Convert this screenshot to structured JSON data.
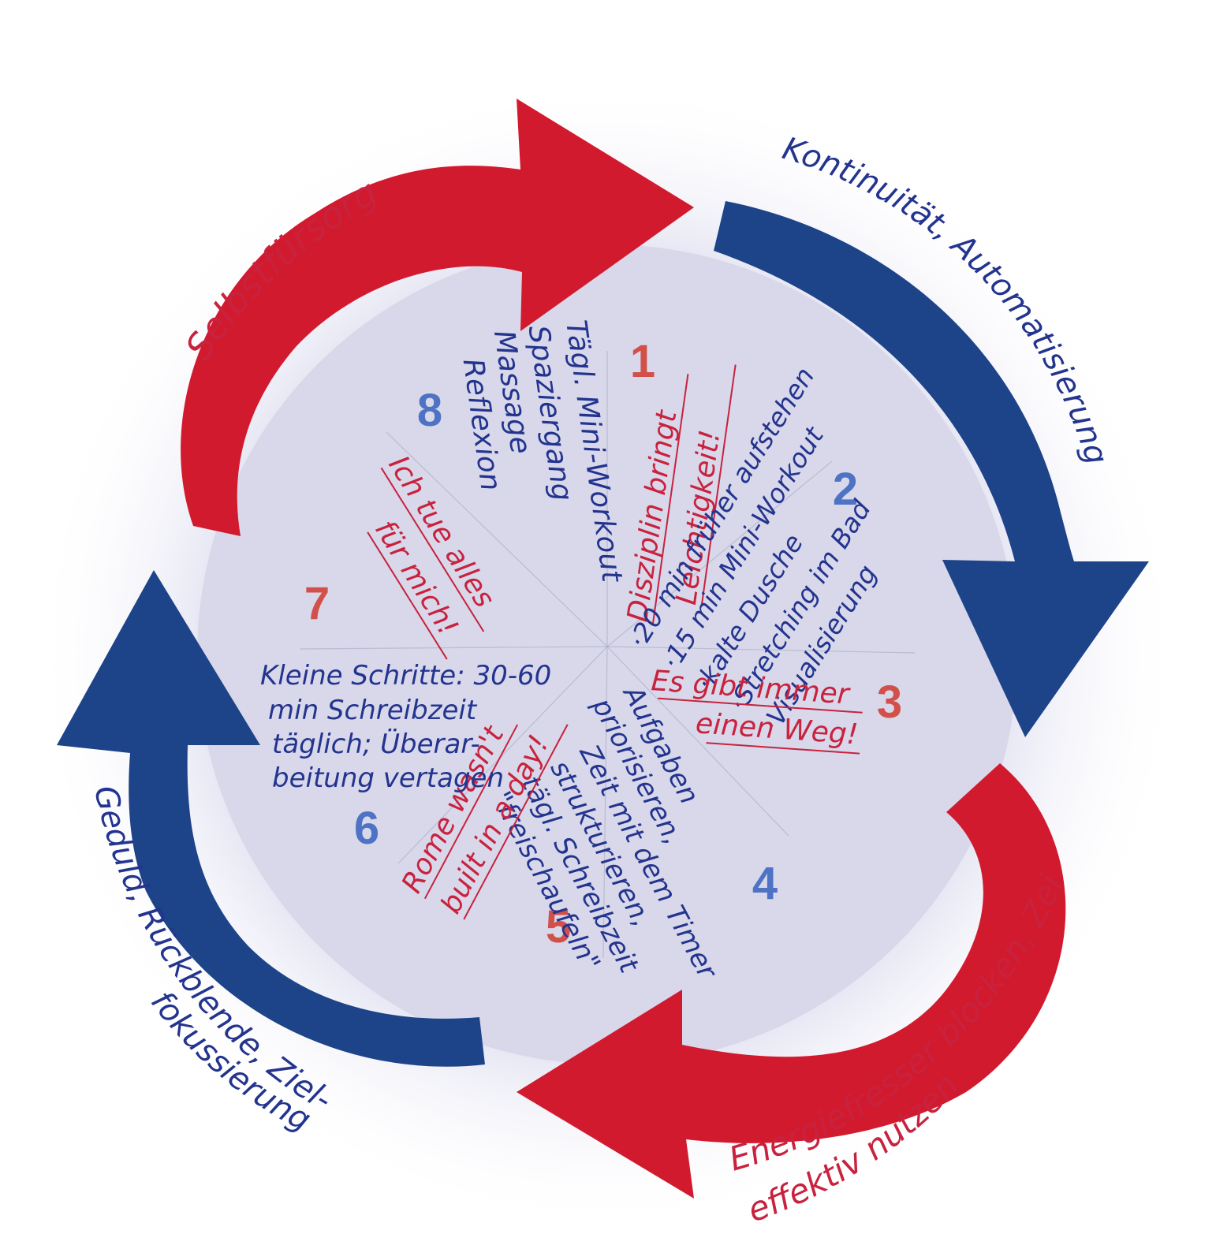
{
  "colors": {
    "red": "#d21a2e",
    "blue": "#1d4389",
    "ink_blue": "#23348f",
    "ink_red": "#c8223e",
    "num_blue": "#4f73c4",
    "num_red": "#d2504a",
    "disc": "#d8d8ea"
  },
  "arrows": {
    "top_left": "Selbstfürsorge",
    "top_right": "Kontinuität, Automatisierung",
    "bottom_right_1": "Energiefresser blocken, Zeit",
    "bottom_right_2": "effektiv nutzen",
    "bottom_left_1": "Geduld, Rückblende, Ziel-",
    "bottom_left_2": "fokussierung"
  },
  "segments": [
    {
      "number": "1",
      "lines": [
        "Disziplin bringt",
        "Leichtigkeit!"
      ]
    },
    {
      "number": "2",
      "lines": [
        "·20 min früher aufstehen",
        "·15 min Mini-Workout",
        "·kalte Dusche",
        "·Stretching im Bad",
        "·Visualisierung"
      ]
    },
    {
      "number": "3",
      "lines": [
        "Es gibt immer",
        "einen Weg!"
      ]
    },
    {
      "number": "4",
      "lines": [
        "Aufgaben",
        "priorisieren,",
        "Zeit mit dem Timer",
        "strukturieren,",
        "tägl. Schreibzeit",
        "\"freischaufeln\""
      ]
    },
    {
      "number": "5",
      "lines": [
        "Rome wasn't",
        "built in a day!"
      ]
    },
    {
      "number": "6",
      "lines": [
        "Kleine Schritte: 30-60",
        "min Schreibzeit",
        "täglich; Überar-",
        "beitung vertagen"
      ]
    },
    {
      "number": "7",
      "lines": [
        "Ich tue alles",
        "für mich!"
      ]
    },
    {
      "number": "8",
      "lines": [
        "Tägl. Mini-Workout",
        "Spaziergang",
        "Massage",
        "Reflexion"
      ]
    }
  ]
}
